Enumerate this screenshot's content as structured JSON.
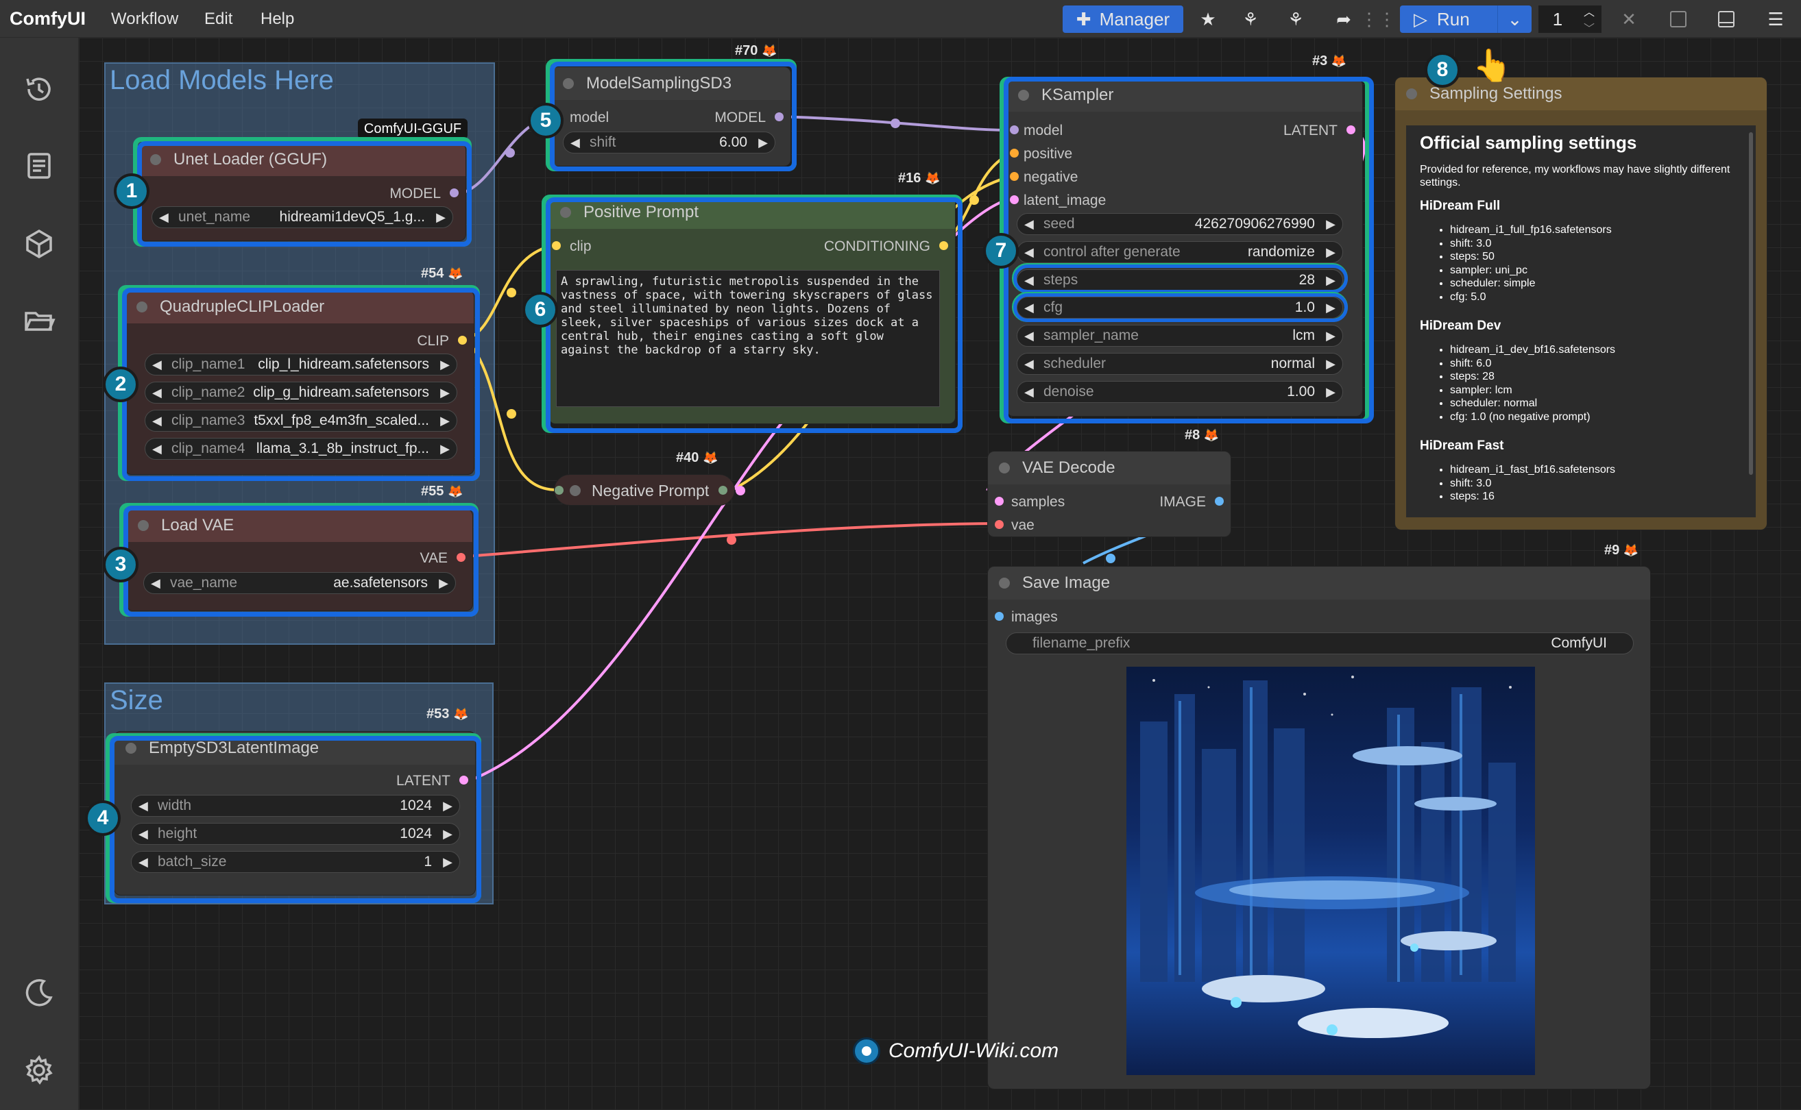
{
  "menubar": {
    "brand": "ComfyUI",
    "menus": [
      "Workflow",
      "Edit",
      "Help"
    ],
    "manager_label": "Manager",
    "run_label": "Run",
    "queue_count": "1"
  },
  "sidebar": {
    "items": [
      "history-icon",
      "document-icon",
      "cube-icon",
      "folder-icon",
      "moon-icon",
      "gear-icon"
    ]
  },
  "groups": {
    "load_models": {
      "title": "Load Models Here",
      "badge": "ComfyUI-GGUF"
    },
    "size": {
      "title": "Size"
    }
  },
  "nodes": {
    "unet": {
      "title": "Unet Loader (GGUF)",
      "output": "MODEL",
      "widget_label": "unet_name",
      "widget_value": "hidreami1devQ5_1.g...",
      "step": "1"
    },
    "clip": {
      "id": "#54",
      "title": "QuadrupleCLIPLoader",
      "output": "CLIP",
      "step": "2",
      "widgets": [
        {
          "label": "clip_name1",
          "value": "clip_l_hidream.safetensors"
        },
        {
          "label": "clip_name2",
          "value": "clip_g_hidream.safetensors"
        },
        {
          "label": "clip_name3",
          "value": "t5xxl_fp8_e4m3fn_scaled..."
        },
        {
          "label": "clip_name4",
          "value": "llama_3.1_8b_instruct_fp..."
        }
      ]
    },
    "vae": {
      "id": "#55",
      "title": "Load VAE",
      "output": "VAE",
      "widget_label": "vae_name",
      "widget_value": "ae.safetensors",
      "step": "3"
    },
    "empty": {
      "id": "#53",
      "title": "EmptySD3LatentImage",
      "output": "LATENT",
      "step": "4",
      "widgets": [
        {
          "label": "width",
          "value": "1024"
        },
        {
          "label": "height",
          "value": "1024"
        },
        {
          "label": "batch_size",
          "value": "1"
        }
      ]
    },
    "msd3": {
      "id": "#70",
      "title": "ModelSamplingSD3",
      "input": "model",
      "output": "MODEL",
      "widget_label": "shift",
      "widget_value": "6.00",
      "step": "5"
    },
    "pos": {
      "id": "#16",
      "title": "Positive Prompt",
      "input": "clip",
      "output": "CONDITIONING",
      "step": "6",
      "text": "A sprawling, futuristic metropolis suspended in the vastness of space, with towering skyscrapers of glass and steel illuminated by neon lights. Dozens of sleek, silver spaceships of various sizes dock at a central hub, their engines casting a soft glow against the backdrop of a starry sky."
    },
    "neg": {
      "id": "#40",
      "title": "Negative Prompt"
    },
    "ksampler": {
      "id": "#3",
      "title": "KSampler",
      "output": "LATENT",
      "step": "7",
      "inputs": [
        "model",
        "positive",
        "negative",
        "latent_image"
      ],
      "widgets": [
        {
          "label": "seed",
          "value": "426270906276990"
        },
        {
          "label": "control after generate",
          "value": "randomize"
        },
        {
          "label": "steps",
          "value": "28"
        },
        {
          "label": "cfg",
          "value": "1.0"
        },
        {
          "label": "sampler_name",
          "value": "lcm"
        },
        {
          "label": "scheduler",
          "value": "normal"
        },
        {
          "label": "denoise",
          "value": "1.00"
        }
      ]
    },
    "vaedecode": {
      "id": "#8",
      "title": "VAE Decode",
      "inputs": [
        "samples",
        "vae"
      ],
      "output": "IMAGE"
    },
    "save": {
      "id": "#9",
      "title": "Save Image",
      "input": "images",
      "widget_label": "filename_prefix",
      "widget_value": "ComfyUI"
    },
    "note": {
      "title": "Sampling Settings",
      "step": "8",
      "heading": "Official sampling settings",
      "intro": "Provided for reference, my workflows may have slightly different settings.",
      "sections": [
        {
          "title": "HiDream Full",
          "items": [
            "hidream_i1_full_fp16.safetensors",
            "shift: 3.0",
            "steps: 50",
            "sampler: uni_pc",
            "scheduler: simple",
            "cfg: 5.0"
          ]
        },
        {
          "title": "HiDream Dev",
          "items": [
            "hidream_i1_dev_bf16.safetensors",
            "shift: 6.0",
            "steps: 28",
            "sampler: lcm",
            "scheduler: normal",
            "cfg: 1.0 (no negative prompt)"
          ]
        },
        {
          "title": "HiDream Fast",
          "items": [
            "hidream_i1_fast_bf16.safetensors",
            "shift: 3.0",
            "steps: 16"
          ]
        }
      ]
    }
  },
  "watermark": "ComfyUI-Wiki.com",
  "colors": {
    "accent": "#1769e0",
    "highlight_green": "#1fb67f",
    "step_badge": "#127b9e",
    "model_wire": "#b39ddb",
    "clip_wire": "#ffd54f",
    "vae_wire": "#ff6e6e",
    "latent_wire": "#ff9cf9",
    "image_wire": "#64b5f6"
  }
}
